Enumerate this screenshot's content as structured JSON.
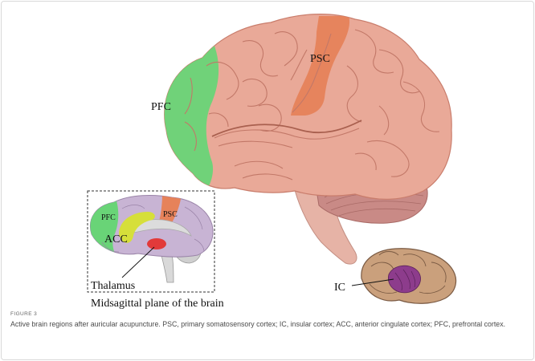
{
  "figure": {
    "labels": {
      "psc": "PSC",
      "pfc": "PFC",
      "ic": "IC",
      "inset_pfc": "PFC",
      "inset_psc": "PSC",
      "inset_acc": "ACC",
      "thalamus": "Thalamus",
      "inset_title": "Midsagittal plane of the brain"
    },
    "colors": {
      "brain": "#e9a998",
      "brain_dark": "#c97d6c",
      "pfc": "#69d477",
      "psc": "#e6825a",
      "acc": "#d6df3a",
      "thalamus": "#e23a3a",
      "insula": "#8d3c8c",
      "inset_brain": "#c8b4d4",
      "cerebellum": "#c98a86"
    }
  },
  "caption": {
    "label": "FIGURE 3",
    "text": "Active brain regions after auricular acupuncture. PSC, primary somatosensory cortex; IC, insular cortex; ACC, anterior cingulate cortex; PFC, prefrontal cortex."
  }
}
